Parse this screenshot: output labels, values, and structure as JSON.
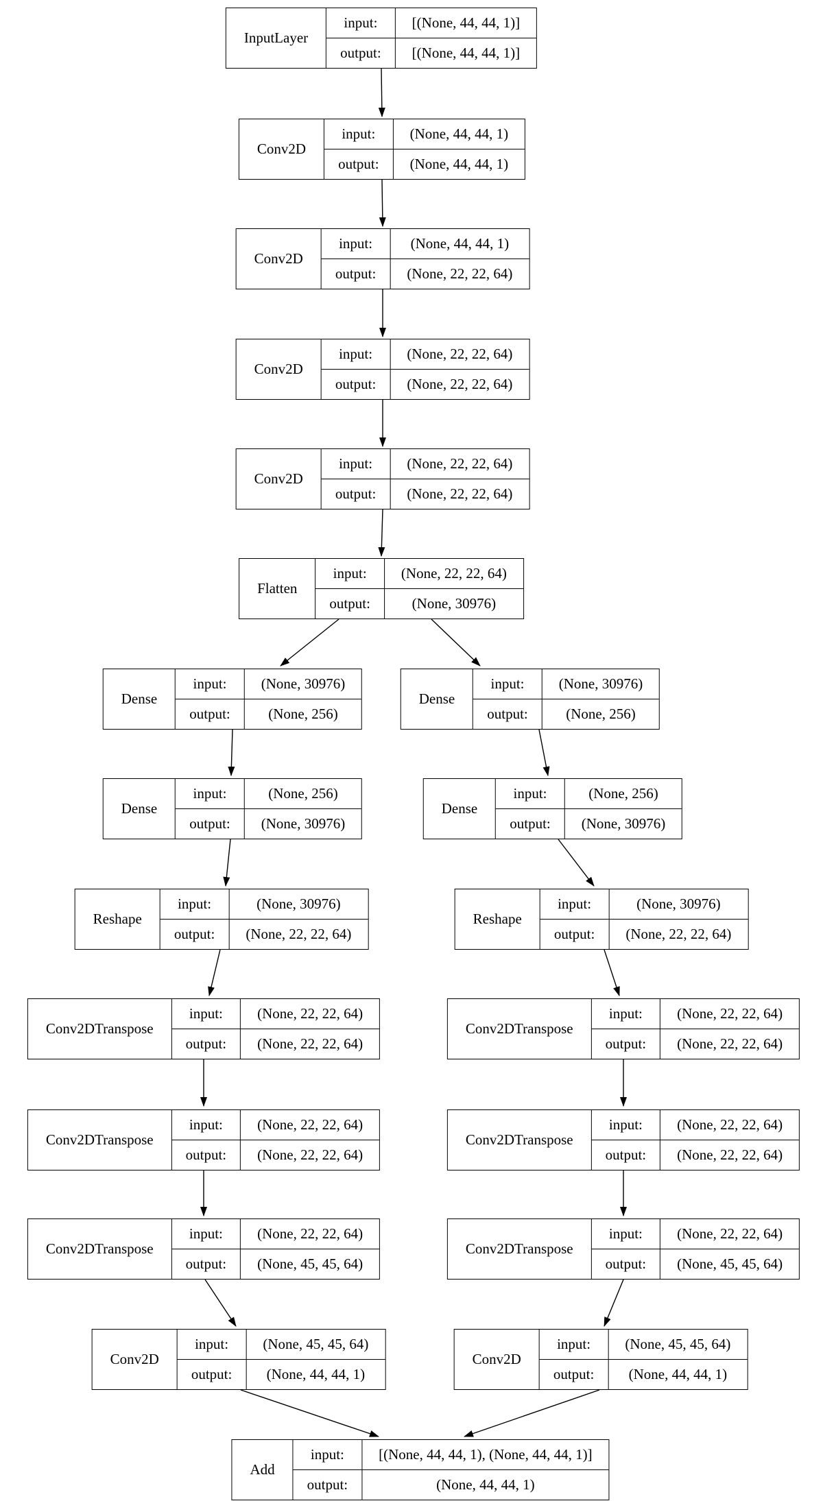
{
  "diagram": {
    "type": "keras-model-graph",
    "labels": {
      "input": "input:",
      "output": "output:"
    },
    "nodes": [
      {
        "name": "InputLayer",
        "input": "[(None, 44, 44, 1)]",
        "output": "[(None, 44, 44, 1)]"
      },
      {
        "name": "Conv2D",
        "input": "(None, 44, 44, 1)",
        "output": "(None, 44, 44, 1)"
      },
      {
        "name": "Conv2D",
        "input": "(None, 44, 44, 1)",
        "output": "(None, 22, 22, 64)"
      },
      {
        "name": "Conv2D",
        "input": "(None, 22, 22, 64)",
        "output": "(None, 22, 22, 64)"
      },
      {
        "name": "Conv2D",
        "input": "(None, 22, 22, 64)",
        "output": "(None, 22, 22, 64)"
      },
      {
        "name": "Flatten",
        "input": "(None, 22, 22, 64)",
        "output": "(None, 30976)"
      },
      {
        "name": "Dense",
        "input": "(None, 30976)",
        "output": "(None, 256)"
      },
      {
        "name": "Dense",
        "input": "(None, 30976)",
        "output": "(None, 256)"
      },
      {
        "name": "Dense",
        "input": "(None, 256)",
        "output": "(None, 30976)"
      },
      {
        "name": "Dense",
        "input": "(None, 256)",
        "output": "(None, 30976)"
      },
      {
        "name": "Reshape",
        "input": "(None, 30976)",
        "output": "(None, 22, 22, 64)"
      },
      {
        "name": "Reshape",
        "input": "(None, 30976)",
        "output": "(None, 22, 22, 64)"
      },
      {
        "name": "Conv2DTranspose",
        "input": "(None, 22, 22, 64)",
        "output": "(None, 22, 22, 64)"
      },
      {
        "name": "Conv2DTranspose",
        "input": "(None, 22, 22, 64)",
        "output": "(None, 22, 22, 64)"
      },
      {
        "name": "Conv2DTranspose",
        "input": "(None, 22, 22, 64)",
        "output": "(None, 22, 22, 64)"
      },
      {
        "name": "Conv2DTranspose",
        "input": "(None, 22, 22, 64)",
        "output": "(None, 22, 22, 64)"
      },
      {
        "name": "Conv2DTranspose",
        "input": "(None, 22, 22, 64)",
        "output": "(None, 45, 45, 64)"
      },
      {
        "name": "Conv2DTranspose",
        "input": "(None, 22, 22, 64)",
        "output": "(None, 45, 45, 64)"
      },
      {
        "name": "Conv2D",
        "input": "(None, 45, 45, 64)",
        "output": "(None, 44, 44, 1)"
      },
      {
        "name": "Conv2D",
        "input": "(None, 45, 45, 64)",
        "output": "(None, 44, 44, 1)"
      },
      {
        "name": "Add",
        "input": "[(None, 44, 44, 1), (None, 44, 44, 1)]",
        "output": "(None, 44, 44, 1)"
      }
    ]
  }
}
